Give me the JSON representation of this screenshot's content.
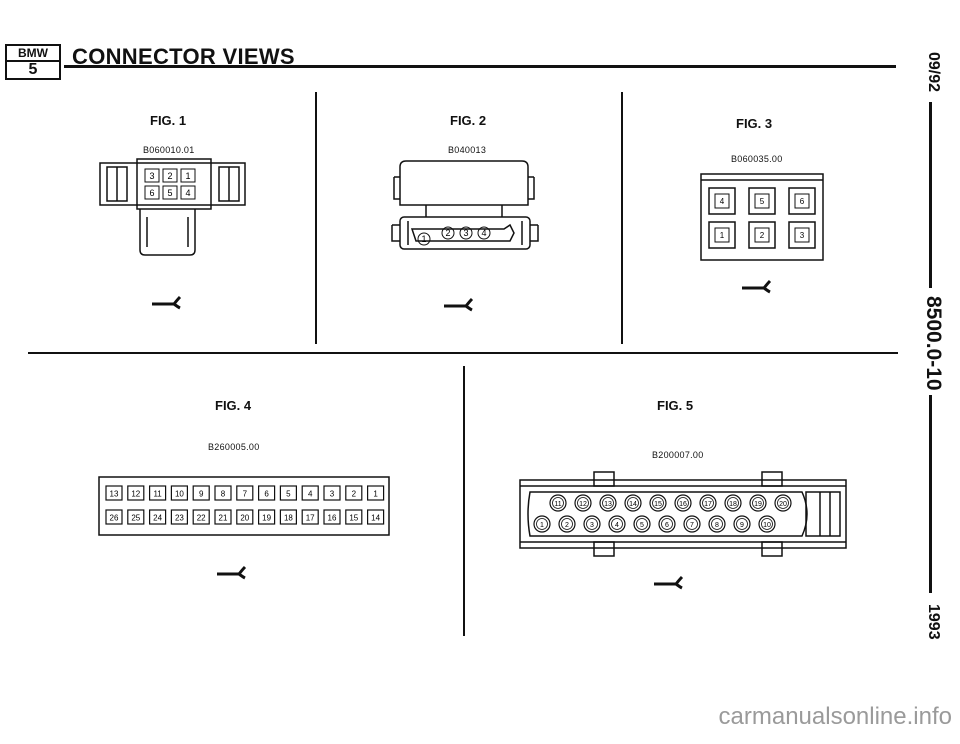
{
  "header": {
    "logo_top": "BMW",
    "logo_bottom": "5",
    "title": "CONNECTOR VIEWS"
  },
  "side_labels": {
    "date": "09/92",
    "section": "8500.0-10",
    "year": "1993"
  },
  "figures": [
    {
      "label": "FIG. 1",
      "part": "B060010.01",
      "pins": [
        "3",
        "2",
        "1",
        "6",
        "5",
        "4"
      ]
    },
    {
      "label": "FIG. 2",
      "part": "B040013",
      "pins": [
        "1",
        "2",
        "3",
        "4"
      ]
    },
    {
      "label": "FIG. 3",
      "part": "B060035.00",
      "pins": [
        "4",
        "5",
        "6",
        "1",
        "2",
        "3"
      ]
    },
    {
      "label": "FIG. 4",
      "part": "B260005.00",
      "pins_top": [
        "13",
        "12",
        "11",
        "10",
        "9",
        "8",
        "7",
        "6",
        "5",
        "4",
        "3",
        "2",
        "1"
      ],
      "pins_bottom": [
        "26",
        "25",
        "24",
        "23",
        "22",
        "21",
        "20",
        "19",
        "18",
        "17",
        "16",
        "15",
        "14"
      ]
    },
    {
      "label": "FIG. 5",
      "part": "B200007.00",
      "pins_top": [
        "11",
        "12",
        "13",
        "14",
        "15",
        "16",
        "17",
        "18",
        "19",
        "20"
      ],
      "pins_bottom": [
        "1",
        "2",
        "3",
        "4",
        "5",
        "6",
        "7",
        "8",
        "9",
        "10"
      ]
    }
  ],
  "watermark": "carmanualsonline.info"
}
